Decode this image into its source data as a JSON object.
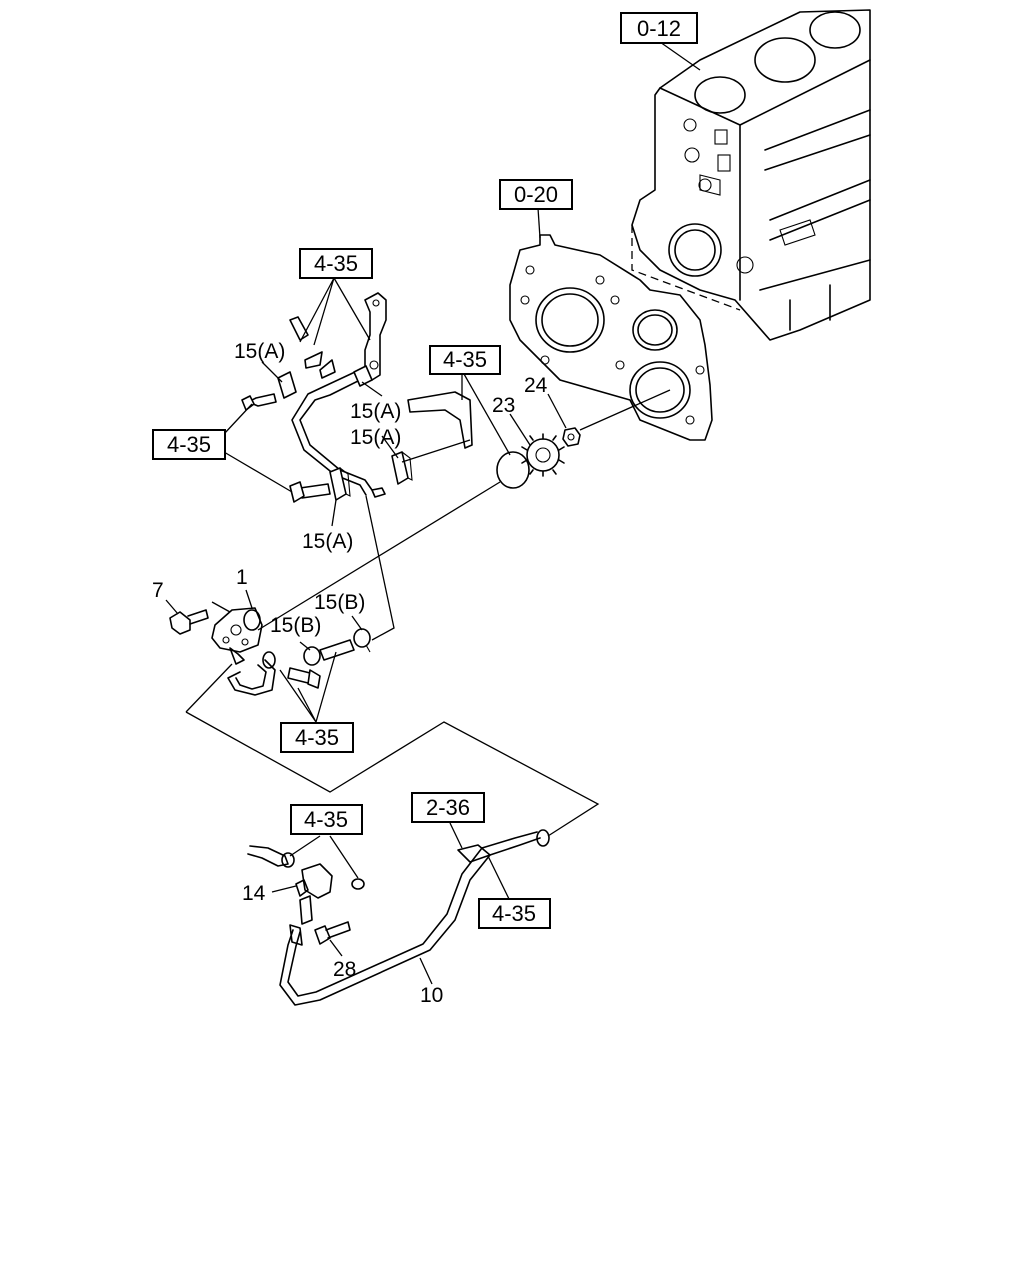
{
  "refs": {
    "r0_12": "0-12",
    "r0_20": "0-20",
    "r4_35_a": "4-35",
    "r4_35_b": "4-35",
    "r4_35_c": "4-35",
    "r4_35_d": "4-35",
    "r4_35_e": "4-35",
    "r4_35_f": "4-35",
    "r2_36": "2-36"
  },
  "parts": {
    "p15a_1": "15(A)",
    "p15a_2": "15(A)",
    "p15a_3": "15(A)",
    "p15a_4": "15(A)",
    "p15b_1": "15(B)",
    "p15b_2": "15(B)",
    "p23": "23",
    "p24": "24",
    "p7": "7",
    "p1": "1",
    "p14": "14",
    "p28": "28",
    "p10": "10"
  }
}
